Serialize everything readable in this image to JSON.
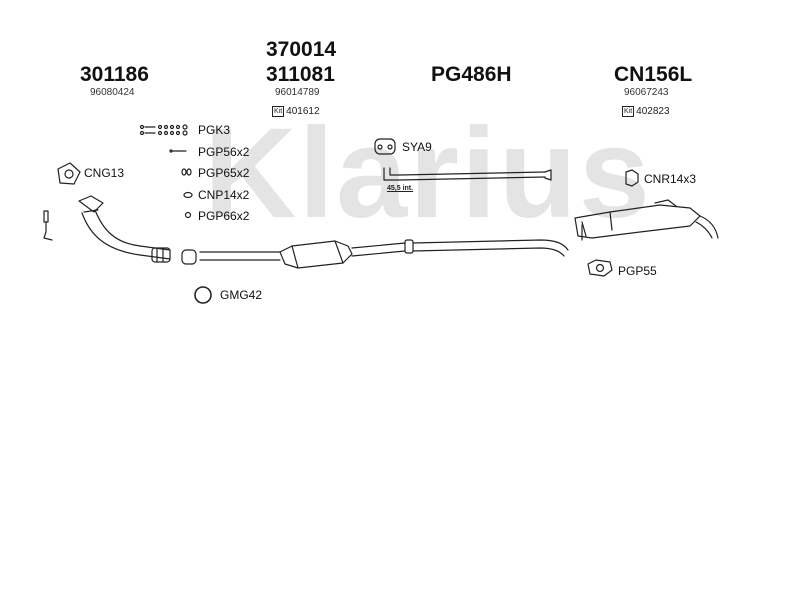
{
  "watermark": "Klarius",
  "sections": [
    {
      "part_numbers": [
        "301186"
      ],
      "oem": "96080424",
      "kit": ""
    },
    {
      "part_numbers": [
        "370014",
        "311081"
      ],
      "oem": "96014789",
      "kit": "401612"
    },
    {
      "part_numbers": [
        "PG486H"
      ],
      "oem": "",
      "kit": ""
    },
    {
      "part_numbers": [
        "CN156L"
      ],
      "oem": "96067243",
      "kit": "402823"
    }
  ],
  "kit_tag": "Kit",
  "fittings": {
    "pgk3": "PGK3",
    "pgp56": "PGP56x2",
    "pgp65": "PGP65x2",
    "cnp14": "CNP14x2",
    "pgp66": "PGP66x2",
    "cng13": "CNG13",
    "gmg42": "GMG42",
    "sya9": "SYA9",
    "cnr14": "CNR14x3",
    "pgp55": "PGP55"
  },
  "dimension_note": "45,5 int."
}
